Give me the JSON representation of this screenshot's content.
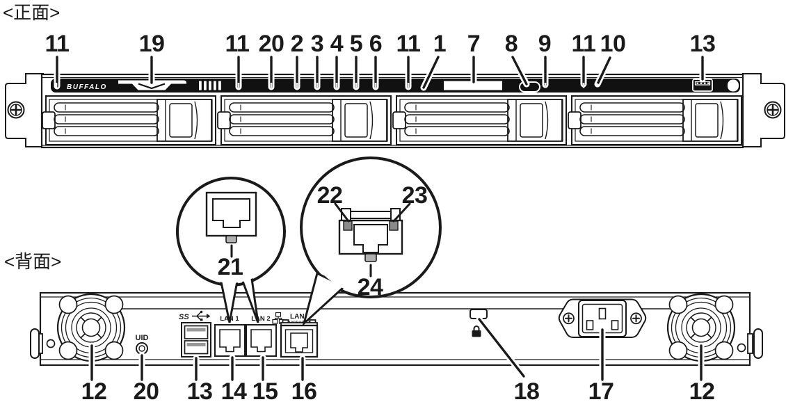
{
  "front": {
    "section_label": "<正面>",
    "brand_logo": "BUFFALO",
    "callout_numbers": [
      "11",
      "19",
      "11",
      "20",
      "2",
      "3",
      "4",
      "5",
      "6",
      "11",
      "1",
      "7",
      "8",
      "9",
      "11",
      "10",
      "13"
    ]
  },
  "port_detail": {
    "left_balloon": {
      "bottom_led": "21"
    },
    "right_balloon": {
      "left_led": "22",
      "right_led": "23",
      "bottom_led": "24"
    }
  },
  "back": {
    "section_label": "<背面>",
    "uid_button_label": "UID",
    "usb3_icon_label": "SS",
    "lan1_label": "LAN 1",
    "lan2_label": "LAN 2",
    "lan_10g_label": "LAN",
    "lan_10g_sublabel": "10GBASE-T",
    "callout_numbers": [
      "12",
      "20",
      "13",
      "14",
      "15",
      "16",
      "18",
      "17",
      "12"
    ]
  },
  "colors": {
    "ink": "#1a1a1a",
    "panel_black": "#111111",
    "background": "#ffffff"
  }
}
